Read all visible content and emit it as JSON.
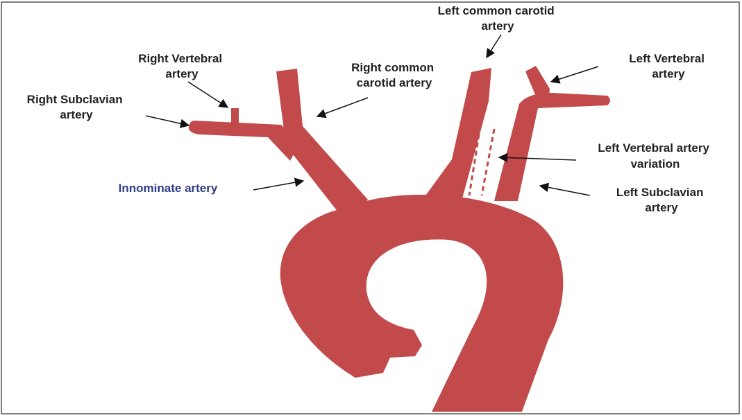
{
  "colors": {
    "vessel": "#c24a4b",
    "label_text": "#222222",
    "innominate_text": "#2e3d86",
    "arrow": "#111111",
    "frame_border": "#555555"
  },
  "labels": {
    "left_common_carotid": [
      "Left common carotid",
      "artery"
    ],
    "right_vertebral": [
      "Right Vertebral",
      "artery"
    ],
    "right_common_carotid": [
      "Right common",
      "carotid artery"
    ],
    "left_vertebral": [
      "Left Vertebral",
      "artery"
    ],
    "right_subclavian": [
      "Right Subclavian",
      "artery"
    ],
    "left_vertebral_variation": [
      "Left Vertebral artery",
      "variation"
    ],
    "innominate": [
      "Innominate artery"
    ],
    "left_subclavian": [
      "Left Subclavian",
      "artery"
    ]
  }
}
